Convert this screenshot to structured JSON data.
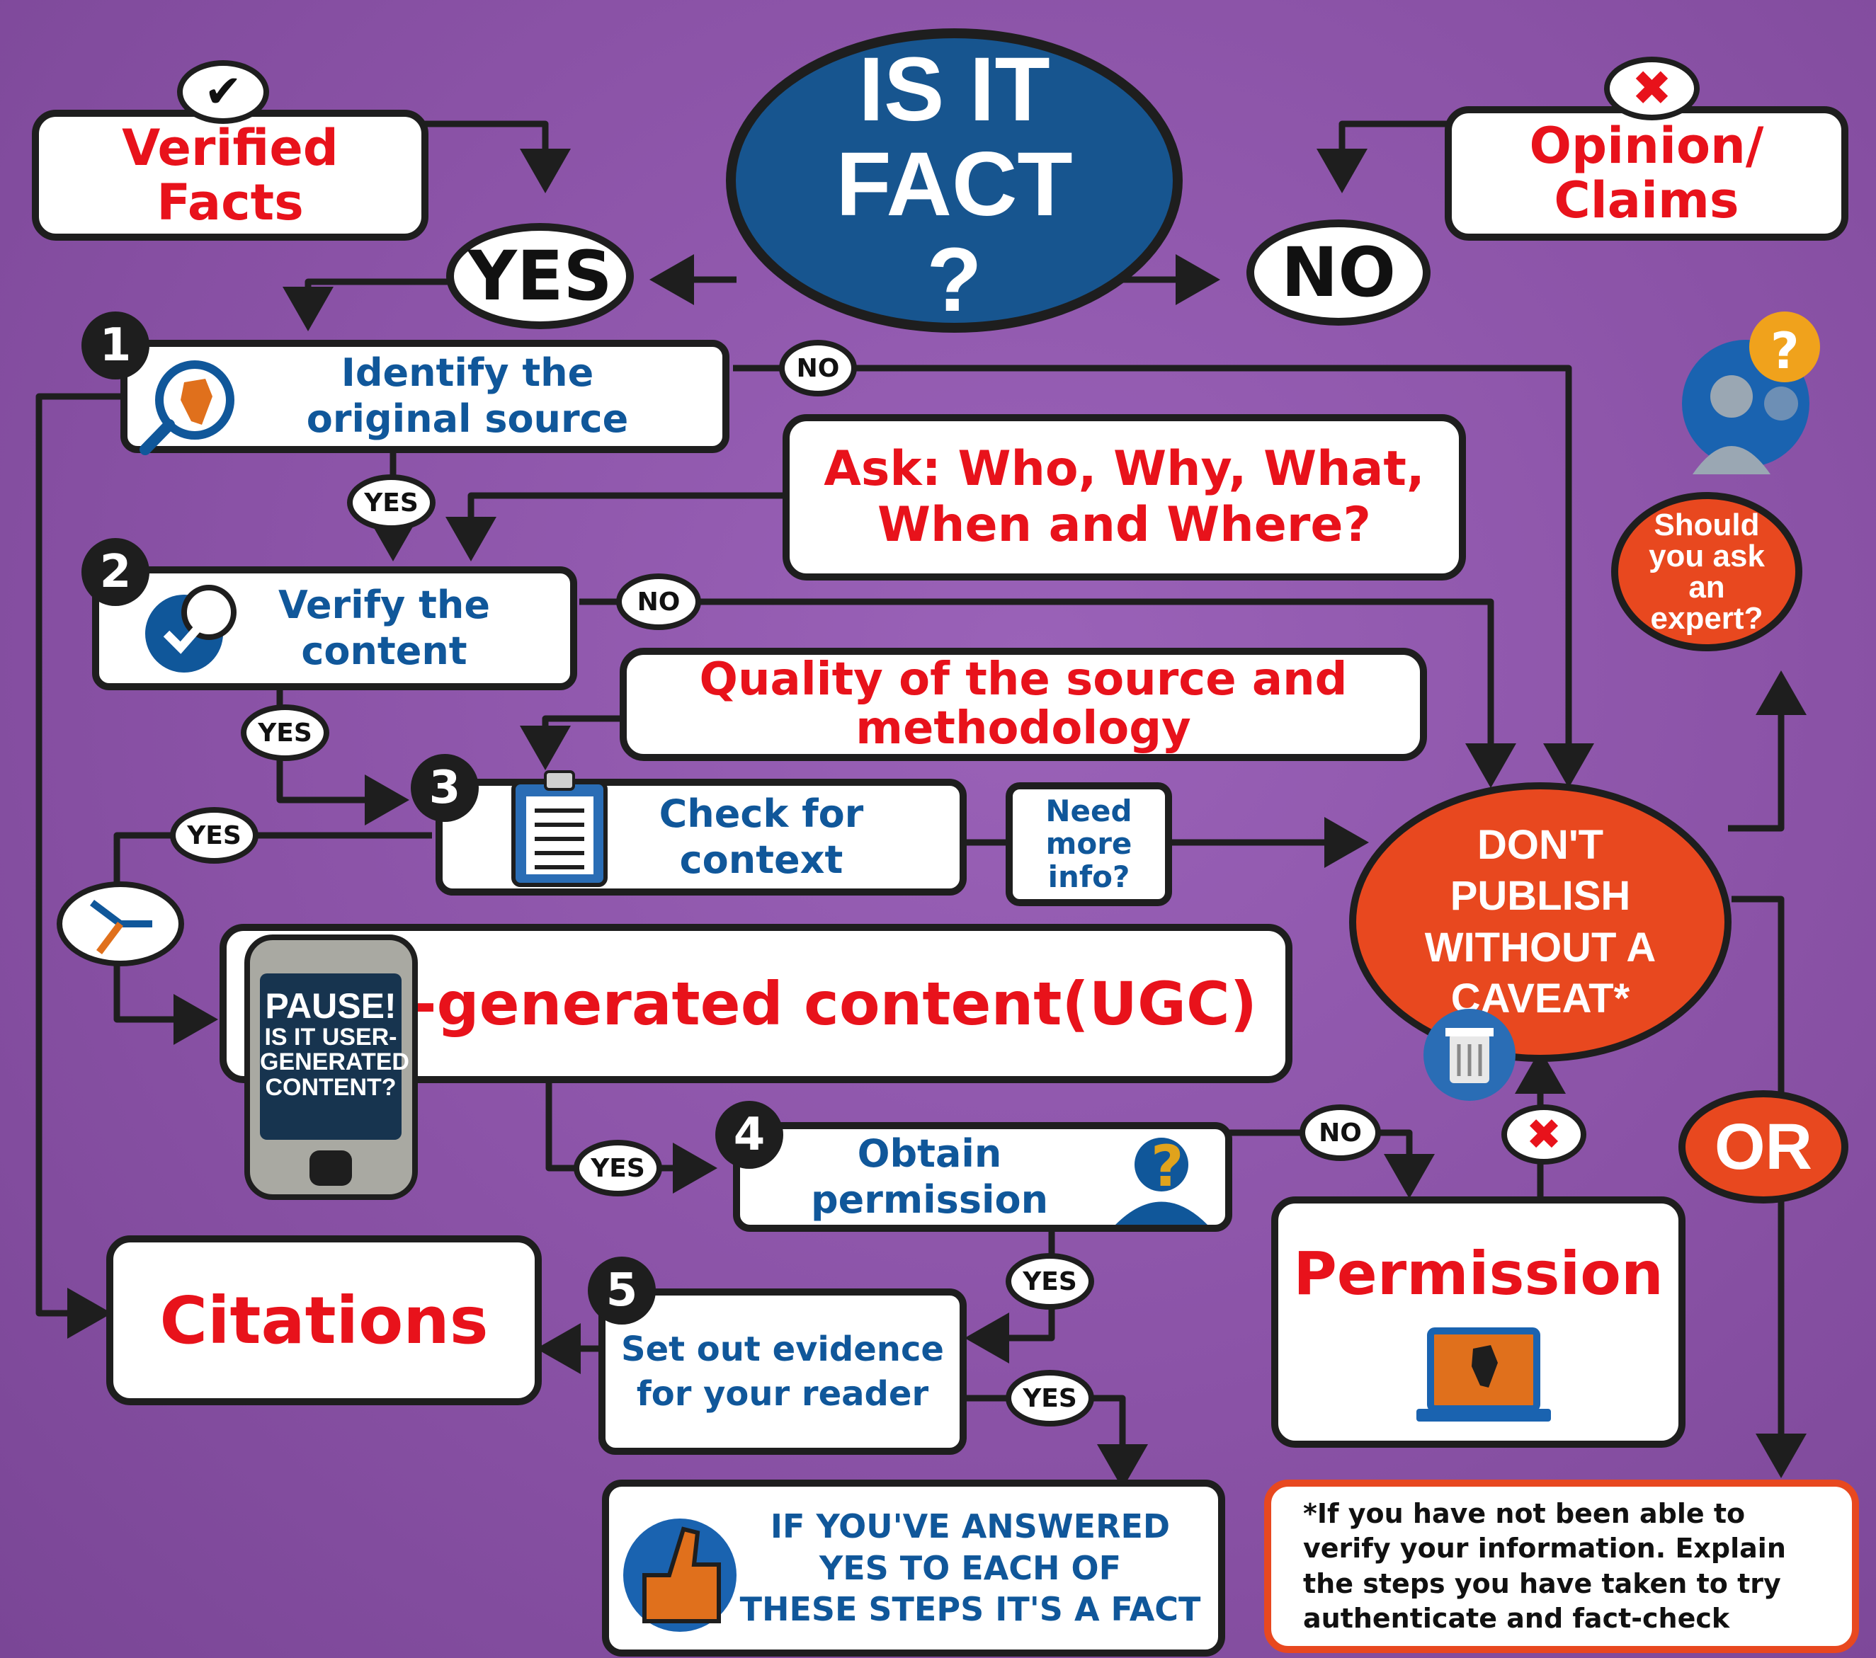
{
  "title": {
    "line1": "IS IT",
    "line2": "FACT",
    "line3": "?"
  },
  "verified_facts": {
    "line1": "Verified",
    "line2": "Facts"
  },
  "opinion_claims": {
    "line1": "Opinion/",
    "line2": "Claims"
  },
  "yes_main": "YES",
  "no_main": "NO",
  "step1": {
    "num": "1",
    "line1": "Identify the",
    "line2": "original source"
  },
  "step2": {
    "num": "2",
    "line1": "Verify the",
    "line2": "content"
  },
  "step3": {
    "num": "3",
    "line1": "Check for",
    "line2": "context"
  },
  "step4": {
    "num": "4",
    "line1": "Obtain",
    "line2": "permission"
  },
  "step5": {
    "num": "5",
    "line1": "Set out evidence",
    "line2": "for your reader"
  },
  "ask_box": {
    "line1": "Ask: Who, Why, What,",
    "line2": "When and Where?"
  },
  "quality_box": {
    "line1": "Quality of the source and",
    "line2": "methodology"
  },
  "need_info": {
    "line1": "Need",
    "line2": "more",
    "line3": "info?"
  },
  "ugc": {
    "label": "User-generated content(UGC)",
    "phone_line1": "PAUSE!",
    "phone_line2": "IS IT USER-",
    "phone_line3": "GENERATED",
    "phone_line4": "CONTENT?"
  },
  "citations": "Citations",
  "permission": "Permission",
  "dont_publish": {
    "line1": "DON'T",
    "line2": "PUBLISH",
    "line3": "WITHOUT A",
    "line4": "CAVEAT*"
  },
  "expert": {
    "line1": "Should",
    "line2": "you ask",
    "line3": "an",
    "line4": "expert?"
  },
  "or_label": "OR",
  "fact_box": {
    "line1": "IF YOU'VE ANSWERED",
    "line2": "YES TO EACH OF",
    "line3": "THESE STEPS IT'S A FACT"
  },
  "caveat_note": {
    "line1": "*If you have not been able to",
    "line2": "verify your information. Explain",
    "line3": "the steps you have taken to try",
    "line4": "authenticate and fact-check"
  },
  "pills": {
    "no": "NO",
    "yes": "YES"
  },
  "icons": [
    "check-icon",
    "cross-icon",
    "magnifier-africa-icon",
    "verify-check-icon",
    "clipboard-icon",
    "satellite-icon",
    "phone-icon",
    "person-question-icon",
    "laptop-africa-icon",
    "thumbs-up-icon",
    "experts-icon",
    "trash-icon"
  ],
  "colors": {
    "background": "#8c55a8",
    "red_text": "#e8121b",
    "blue_text": "#10579a",
    "orange": "#e8481f",
    "navy": "#17558f"
  }
}
